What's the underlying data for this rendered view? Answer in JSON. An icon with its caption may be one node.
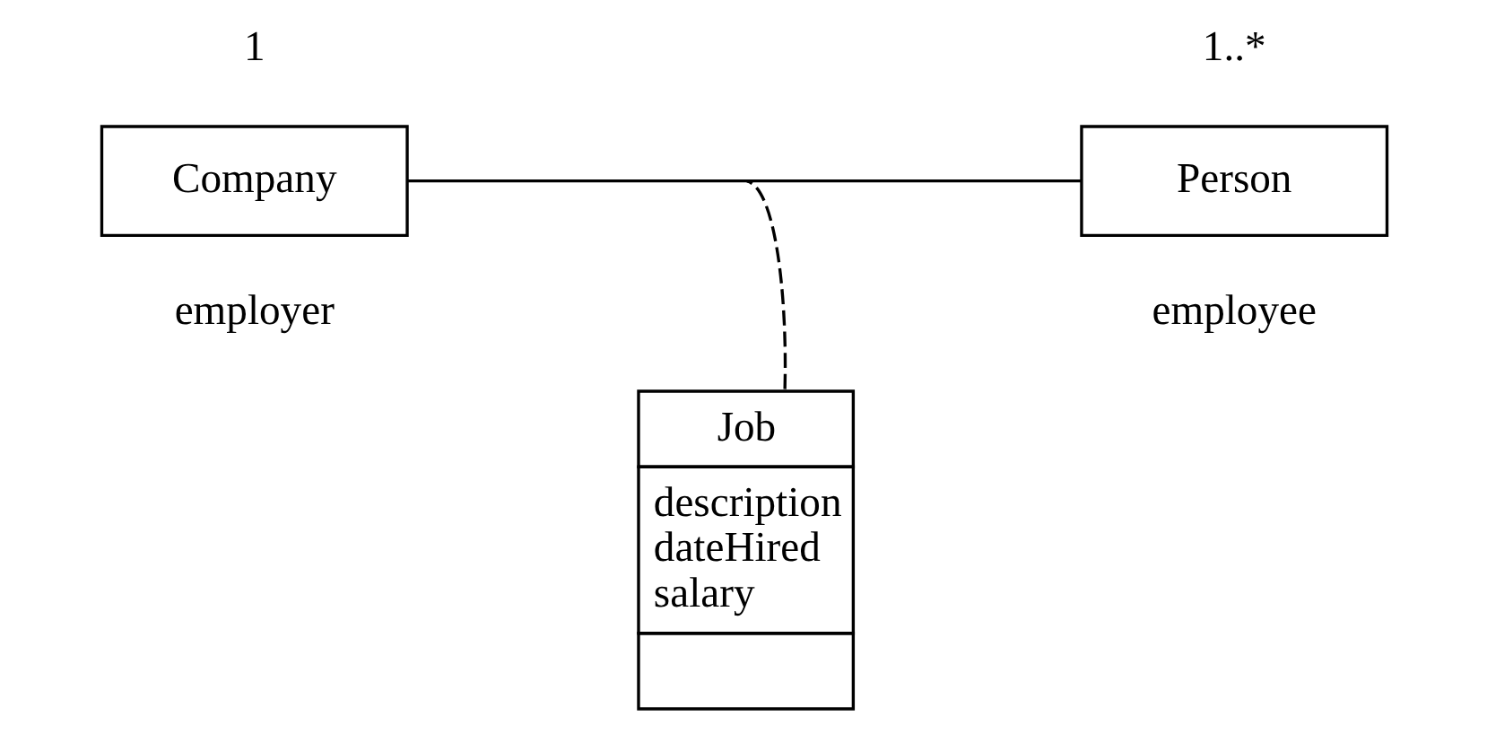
{
  "diagram": {
    "nodes": [
      {
        "text": [
          "Company"
        ]
      },
      {
        "text": [
          "Person"
        ]
      },
      {
        "text": [
          "Job",
          "description",
          "dateHired",
          "salary"
        ]
      }
    ],
    "edges": [
      {
        "from": 0,
        "to": 1,
        "arrow": "none"
      },
      {
        "from": 2,
        "to": null,
        "arrow": "none",
        "style": "dashed"
      }
    ],
    "labels": [
      "1",
      "employer",
      "1..*",
      "employee"
    ]
  }
}
